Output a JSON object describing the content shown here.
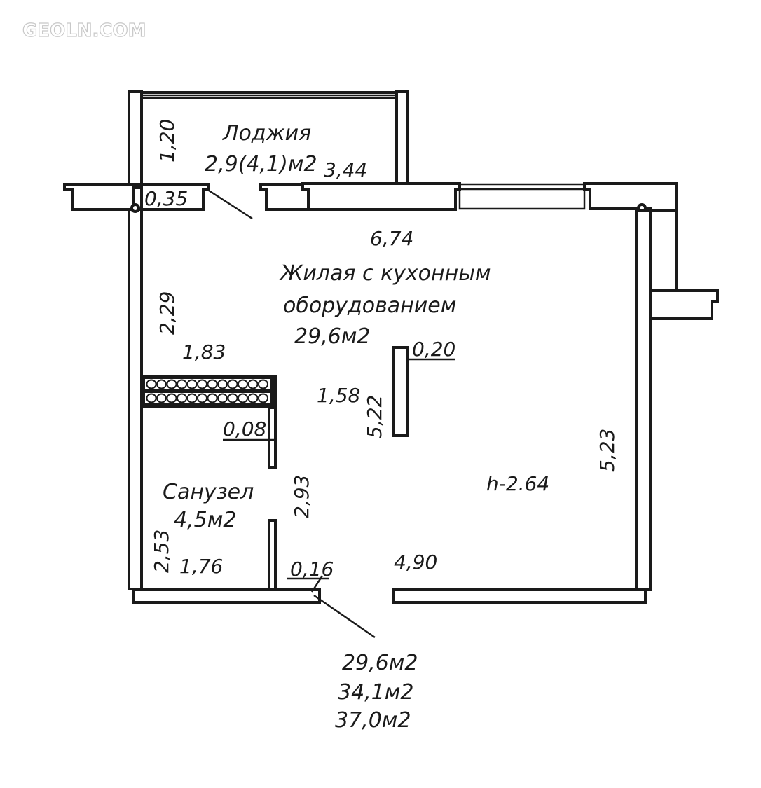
{
  "watermark": "GEOLN.COM",
  "rooms": {
    "loggia": {
      "name": "Лоджия",
      "area": "2,9(4,1)м2"
    },
    "living": {
      "name_line1": "Жилая с кухонным",
      "name_line2": "оборудованием",
      "area": "29,6м2"
    },
    "bathroom": {
      "name": "Санузел",
      "area": "4,5м2"
    }
  },
  "dimensions": {
    "loggia_depth": "1,20",
    "loggia_width": "3,44",
    "wall_035": "0,35",
    "living_width": "6,74",
    "left_upper": "2,29",
    "bath_width_top": "1,83",
    "column_020": "0,20",
    "dim_158": "1,58",
    "dim_522": "5,22",
    "partition_008": "0,08",
    "right_height": "5,23",
    "ceiling_height": "h-2.64",
    "bath_opening": "2,93",
    "bath_height": "2,53",
    "bath_width_bottom": "1,76",
    "wall_016": "0,16",
    "bottom_width": "4,90"
  },
  "totals": [
    "29,6м2",
    "34,1м2",
    "37,0м2"
  ]
}
